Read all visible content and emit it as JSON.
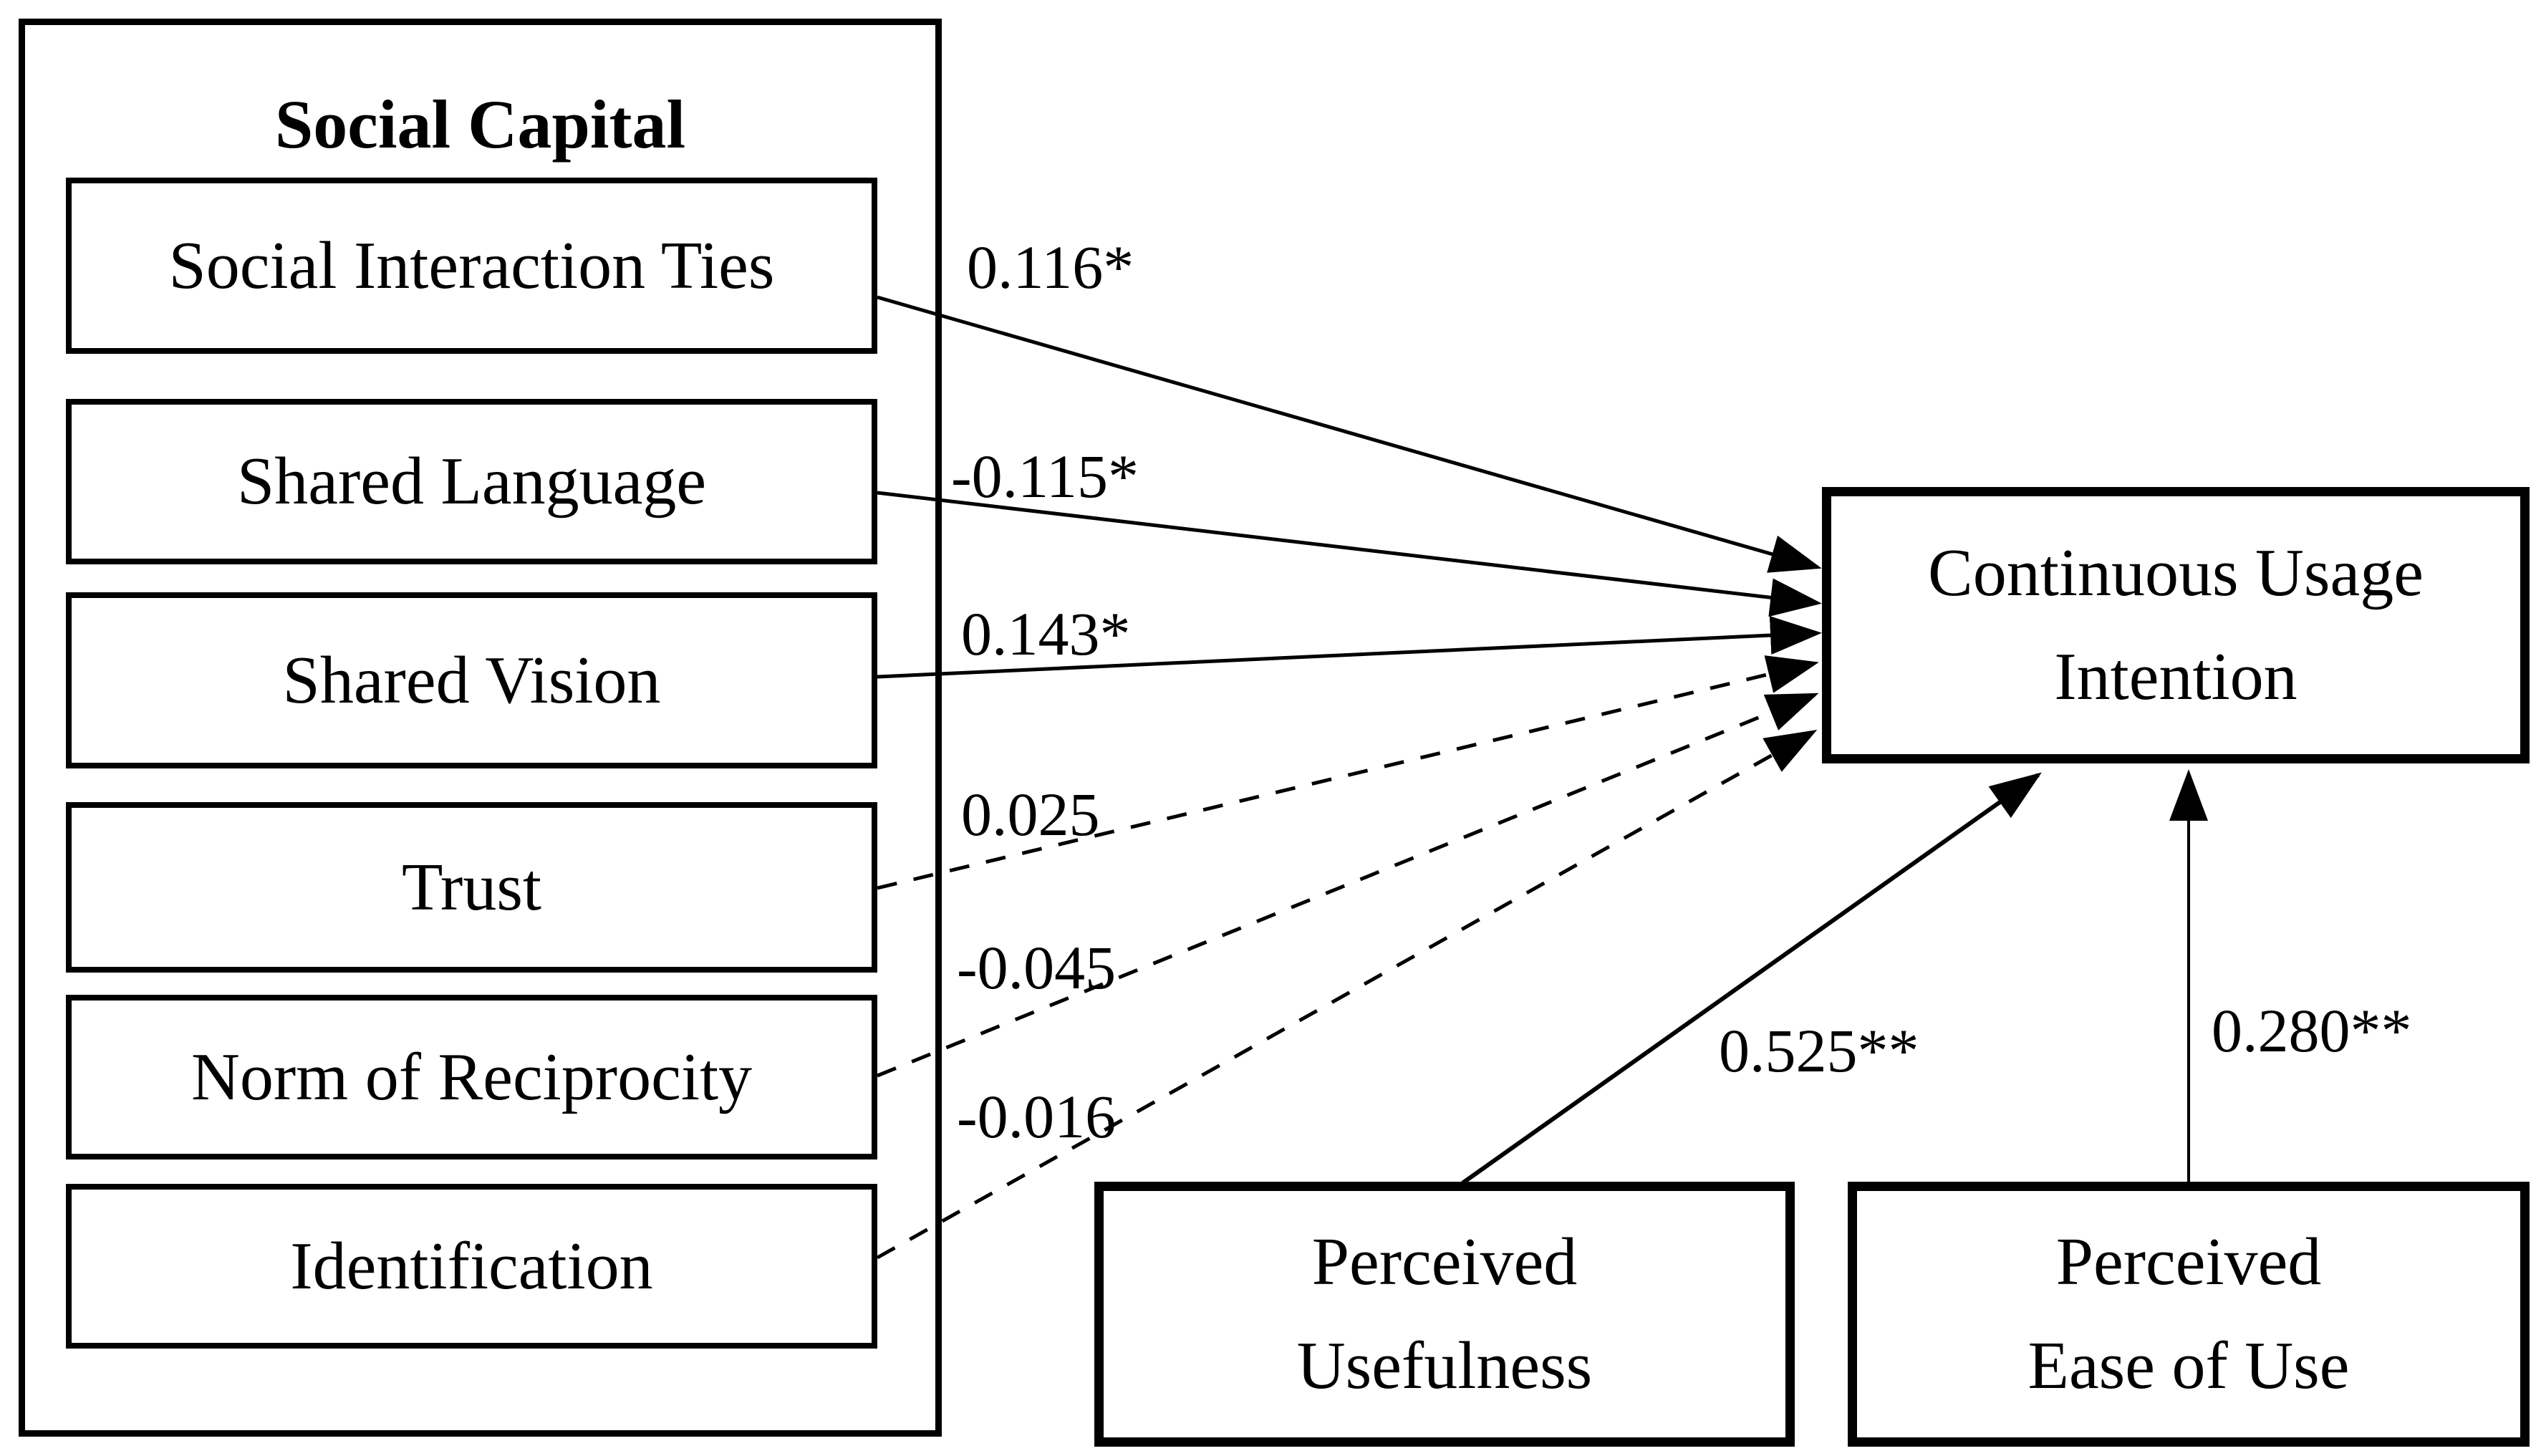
{
  "title": "Social Capital",
  "constructs": [
    {
      "label": "Social Interaction Ties"
    },
    {
      "label": "Shared Language"
    },
    {
      "label": "Shared Vision"
    },
    {
      "label": "Trust"
    },
    {
      "label": "Norm of Reciprocity"
    },
    {
      "label": "Identification"
    }
  ],
  "outcome": {
    "line1": "Continuous Usage",
    "line2": "Intention"
  },
  "predictors": [
    {
      "line1": "Perceived",
      "line2": "Usefulness"
    },
    {
      "line1": "Perceived",
      "line2": "Ease of Use"
    }
  ],
  "paths": [
    {
      "from": "Social Interaction Ties",
      "to": "Continuous Usage Intention",
      "coefficient": "0.116*",
      "line_style": "solid"
    },
    {
      "from": "Shared Language",
      "to": "Continuous Usage Intention",
      "coefficient": "-0.115*",
      "line_style": "solid"
    },
    {
      "from": "Shared Vision",
      "to": "Continuous Usage Intention",
      "coefficient": "0.143*",
      "line_style": "solid"
    },
    {
      "from": "Trust",
      "to": "Continuous Usage Intention",
      "coefficient": "0.025",
      "line_style": "dashed"
    },
    {
      "from": "Norm of Reciprocity",
      "to": "Continuous Usage Intention",
      "coefficient": "-0.045",
      "line_style": "dashed"
    },
    {
      "from": "Identification",
      "to": "Continuous Usage Intention",
      "coefficient": "-0.016",
      "line_style": "dashed"
    },
    {
      "from": "Perceived Usefulness",
      "to": "Continuous Usage Intention",
      "coefficient": "0.525**",
      "line_style": "solid"
    },
    {
      "from": "Perceived Ease of Use",
      "to": "Continuous Usage Intention",
      "coefficient": "0.280**",
      "line_style": "solid"
    }
  ],
  "colors": {
    "ink": "#000000",
    "background": "#ffffff"
  }
}
